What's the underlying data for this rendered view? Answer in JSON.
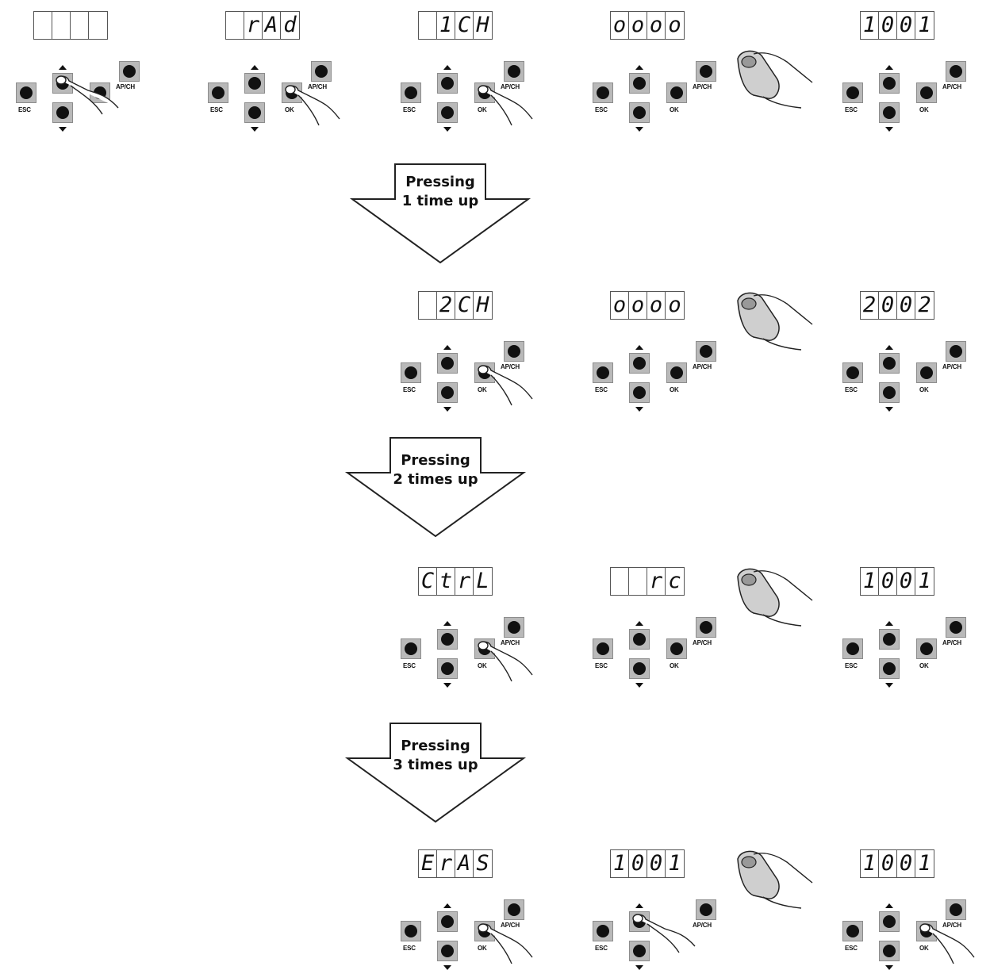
{
  "labels": {
    "esc": "ESC",
    "ok": "OK",
    "ap": "AP/CH"
  },
  "arrows": [
    {
      "line1": "Pressing",
      "line2": "1 time up"
    },
    {
      "line1": "Pressing",
      "line2": "2 times up"
    },
    {
      "line1": "Pressing",
      "line2": "3 times up"
    }
  ],
  "row1": {
    "d1": [
      "",
      "",
      "",
      ""
    ],
    "d2": [
      "",
      "r",
      "A",
      "d"
    ],
    "d3": [
      "",
      "1",
      "C",
      "H"
    ],
    "d4": [
      "o",
      "o",
      "o",
      "o"
    ],
    "d5": [
      "1",
      "0",
      "0",
      "1"
    ]
  },
  "row2": {
    "d1": [
      "",
      "2",
      "C",
      "H"
    ],
    "d2": [
      "o",
      "o",
      "o",
      "o"
    ],
    "d3": [
      "2",
      "0",
      "0",
      "2"
    ]
  },
  "row3": {
    "d1": [
      "C",
      "t",
      "r",
      "L"
    ],
    "d2": [
      "",
      "",
      "r",
      "c"
    ],
    "d3": [
      "1",
      "0",
      "0",
      "1"
    ]
  },
  "row4": {
    "d1": [
      "E",
      "r",
      "A",
      "S"
    ],
    "d2": [
      "1",
      "0",
      "0",
      "1"
    ],
    "d3": [
      "1",
      "0",
      "0",
      "1"
    ]
  }
}
